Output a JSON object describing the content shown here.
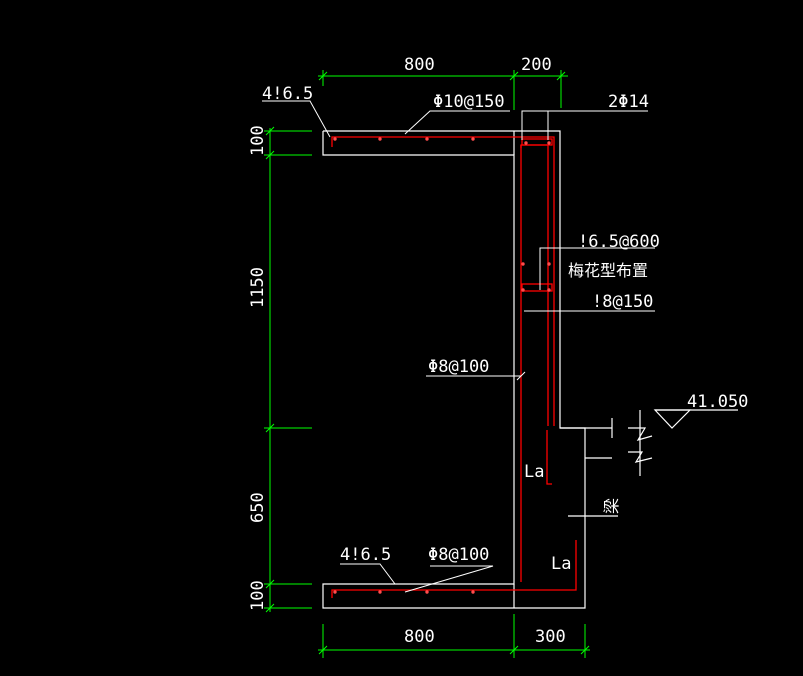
{
  "colors": {
    "background": "#000000",
    "outline": "#ffffff",
    "rebar": "#ff0000",
    "dimension": "#00ff00",
    "text": "#ffffff"
  },
  "dimensions": {
    "top_left_width": "800",
    "top_right_width": "200",
    "bottom_left_width": "800",
    "bottom_right_width": "300",
    "top_slab_thickness": "100",
    "wall_height": "1150",
    "lower_height": "650",
    "bottom_slab_thickness": "100"
  },
  "labels": {
    "top_slab_bars": "4!6.5",
    "top_slab_dist": "Φ10@150",
    "top_corner_bars": "2Φ14",
    "tie_spacing": "!6.5@600",
    "tie_layout": "梅花型布置",
    "wall_vertical": "!8@150",
    "wall_horizontal": "Φ8@100",
    "elevation": "41.050",
    "anchor_la_1": "La",
    "anchor_la_2": "La",
    "beam": "梁",
    "bottom_slab_bars": "4!6.5",
    "bottom_slab_dist": "Φ8@100"
  }
}
